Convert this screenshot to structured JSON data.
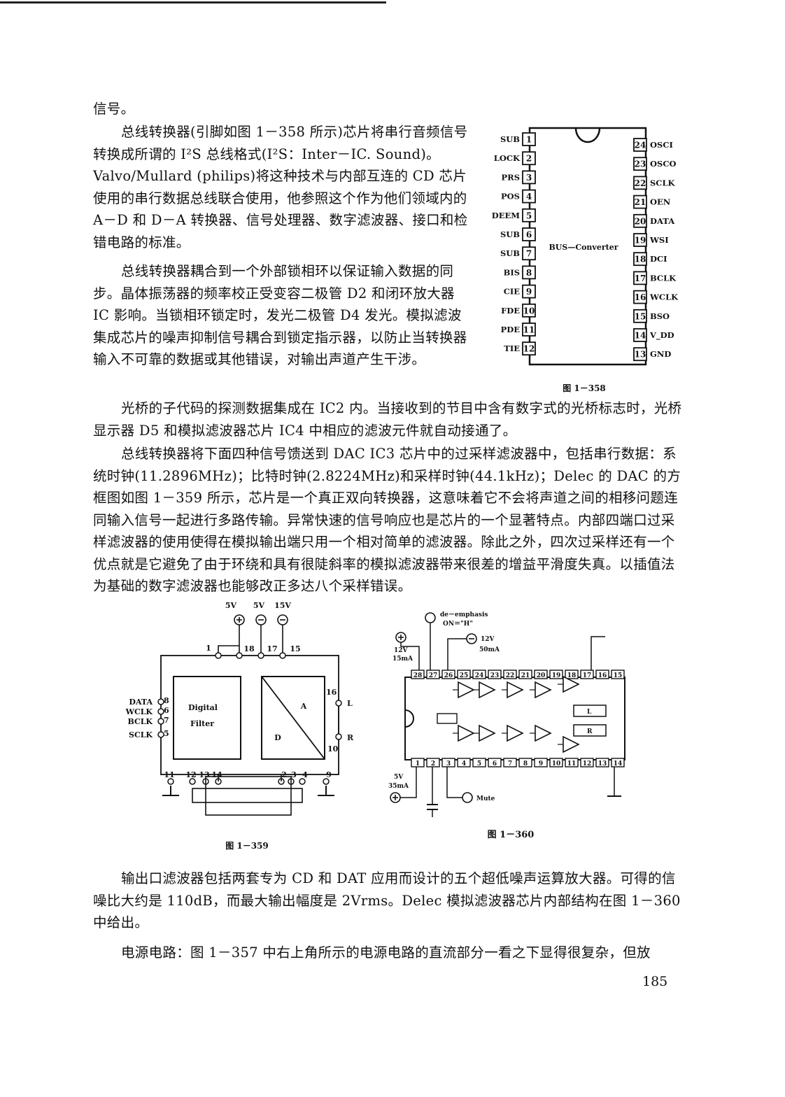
{
  "page": {
    "para1": "信号。",
    "para2": "总线转换器(引脚如图 1－358 所示)芯片将串行音频信号转换成所谓的 I²S 总线格式(I²S：Inter－IC. Sound)。Valvo/Mullard (philips)将这种技术与内部互连的 CD 芯片使用的串行数据总线联合使用，他参照这个作为他们领域内的 A－D 和 D－A 转换器、信号处理器、数字滤波器、接口和检错电路的标准。",
    "para3": "总线转换器耦合到一个外部锁相环以保证输入数据的同步。晶体振荡器的频率校正受变容二极管 D2 和闭环放大器 IC 影响。当锁相环锁定时，发光二极管 D4 发光。模拟滤波集成芯片的噪声抑制信号耦合到锁定指示器，以防止当转换器输入不可靠的数据或其他错误，对输出声道产生干涉。",
    "para4": "光桥的子代码的探测数据集成在 IC2 内。当接收到的节目中含有数字式的光桥标志时，光桥显示器 D5 和模拟滤波器芯片 IC4 中相应的滤波元件就自动接通了。",
    "para5": "总线转换器将下面四种信号馈送到 DAC IC3 芯片中的过采样滤波器中，包括串行数据：系统时钟(11.2896MHz)；比特时钟(2.8224MHz)和采样时钟(44.1kHz)；Delec 的 DAC 的方框图如图 1－359 所示，芯片是一个真正双向转换器，这意味着它不会将声道之间的相移问题连同输入信号一起进行多路传输。异常快速的信号响应也是芯片的一个显著特点。内部四端口过采样滤波器的使用使得在模拟输出端只用一个相对简单的滤波器。除此之外，四次过采样还有一个优点就是它避免了由于环绕和具有很陡斜率的模拟滤波器带来很差的增益平滑度失真。以插值法为基础的数字滤波器也能够改正多达八个采样错误。",
    "para6": "输出口滤波器包括两套专为 CD 和 DAT 应用而设计的五个超低噪声运算放大器。可得的信噪比大约是 110dB，而最大输出幅度是 2Vrms。Delec 模拟滤波器芯片内部结构在图 1－360 中给出。",
    "para7": "电源电路：图 1－357 中右上角所示的电源电路的直流部分一看之下显得很复杂，但放",
    "page_number": "185"
  },
  "fig358": {
    "caption": "图 1－358",
    "chip_label": "BUS—Converter",
    "left_pins": [
      {
        "num": "1",
        "name": "SUB"
      },
      {
        "num": "2",
        "name": "LOCK"
      },
      {
        "num": "3",
        "name": "PRS"
      },
      {
        "num": "4",
        "name": "POS"
      },
      {
        "num": "5",
        "name": "DEEM"
      },
      {
        "num": "6",
        "name": "SUB"
      },
      {
        "num": "7",
        "name": "SUB"
      },
      {
        "num": "8",
        "name": "BIS"
      },
      {
        "num": "9",
        "name": "CIE"
      },
      {
        "num": "10",
        "name": "FDE"
      },
      {
        "num": "11",
        "name": "PDE"
      },
      {
        "num": "12",
        "name": "TIE"
      }
    ],
    "right_pins": [
      {
        "num": "24",
        "name": "OSCI"
      },
      {
        "num": "23",
        "name": "OSCO"
      },
      {
        "num": "22",
        "name": "SCLK"
      },
      {
        "num": "21",
        "name": "OEN"
      },
      {
        "num": "20",
        "name": "DATA"
      },
      {
        "num": "19",
        "name": "WSI"
      },
      {
        "num": "18",
        "name": "DCI"
      },
      {
        "num": "17",
        "name": "BCLK"
      },
      {
        "num": "16",
        "name": "WCLK"
      },
      {
        "num": "15",
        "name": "BSO"
      },
      {
        "num": "14",
        "name": "V_DD"
      },
      {
        "num": "13",
        "name": "GND"
      }
    ]
  },
  "fig359": {
    "caption": "图 1－359",
    "supply_labels": [
      "5V",
      "5V",
      "15V"
    ],
    "filter_label_1": "Digital",
    "filter_label_2": "Filter",
    "dac_a": "A",
    "dac_d": "D",
    "inputs": [
      {
        "name": "DATA",
        "pin": "8"
      },
      {
        "name": "WCLK",
        "pin": "6"
      },
      {
        "name": "BCLK",
        "pin": "7"
      },
      {
        "name": "SCLK",
        "pin": "5"
      }
    ],
    "outputs": [
      {
        "name": "L",
        "pin": "16"
      },
      {
        "name": "R",
        "pin": "10"
      }
    ],
    "top_pins": [
      "1",
      "18",
      "17",
      "15"
    ],
    "bottom_pins": [
      "11",
      "12",
      "13",
      "14",
      "2",
      "3",
      "4",
      "9"
    ]
  },
  "fig360": {
    "caption": "图 1－360",
    "deemphasis_1": "de－emphasis",
    "deemphasis_2": "ON＝\"H\"",
    "supply_a_volt": "12V",
    "supply_a_cur": "15mA",
    "supply_b_volt": "12V",
    "supply_b_cur": "50mA",
    "supply_c_volt": "5V",
    "supply_c_cur": "35mA",
    "mute": "Mute",
    "res_l": "L",
    "res_r": "R",
    "top_pins": [
      "28",
      "27",
      "26",
      "25",
      "24",
      "23",
      "22",
      "21",
      "20",
      "19",
      "18",
      "17",
      "16",
      "15"
    ],
    "bottom_pins": [
      "1",
      "2",
      "3",
      "4",
      "5",
      "6",
      "7",
      "8",
      "9",
      "10",
      "11",
      "12",
      "13",
      "14"
    ]
  }
}
